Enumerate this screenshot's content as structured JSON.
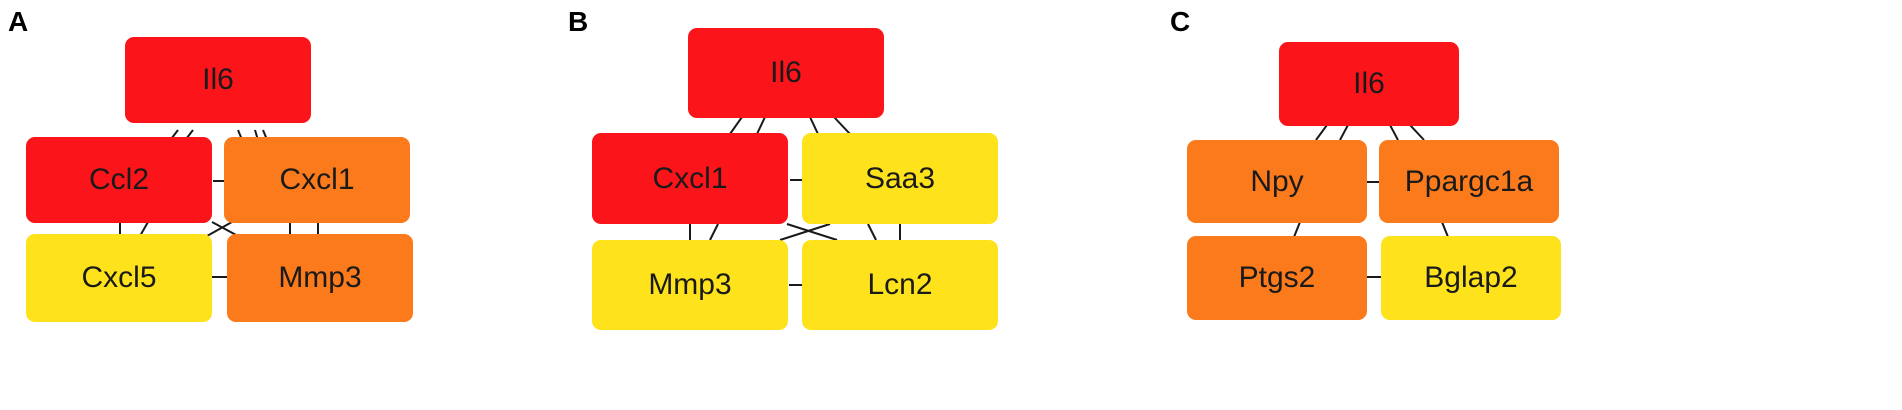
{
  "colors": {
    "red": "#fb141a",
    "orange": "#fb7a1c",
    "yellow": "#fde21c"
  },
  "panels": [
    {
      "label": "A",
      "nodes": [
        {
          "id": "il6",
          "label": "Il6",
          "color": "red"
        },
        {
          "id": "ccl2",
          "label": "Ccl2",
          "color": "red"
        },
        {
          "id": "cxcl1",
          "label": "Cxcl1",
          "color": "orange"
        },
        {
          "id": "cxcl5",
          "label": "Cxcl5",
          "color": "yellow"
        },
        {
          "id": "mmp3",
          "label": "Mmp3",
          "color": "orange"
        }
      ]
    },
    {
      "label": "B",
      "nodes": [
        {
          "id": "il6",
          "label": "Il6",
          "color": "red"
        },
        {
          "id": "cxcl1",
          "label": "Cxcl1",
          "color": "red"
        },
        {
          "id": "saa3",
          "label": "Saa3",
          "color": "yellow"
        },
        {
          "id": "mmp3",
          "label": "Mmp3",
          "color": "yellow"
        },
        {
          "id": "lcn2",
          "label": "Lcn2",
          "color": "yellow"
        }
      ]
    },
    {
      "label": "C",
      "nodes": [
        {
          "id": "il6",
          "label": "Il6",
          "color": "red"
        },
        {
          "id": "npy",
          "label": "Npy",
          "color": "orange"
        },
        {
          "id": "ppargc1a",
          "label": "Ppargc1a",
          "color": "orange"
        },
        {
          "id": "ptgs2",
          "label": "Ptgs2",
          "color": "orange"
        },
        {
          "id": "bglap2",
          "label": "Bglap2",
          "color": "yellow"
        }
      ]
    }
  ]
}
